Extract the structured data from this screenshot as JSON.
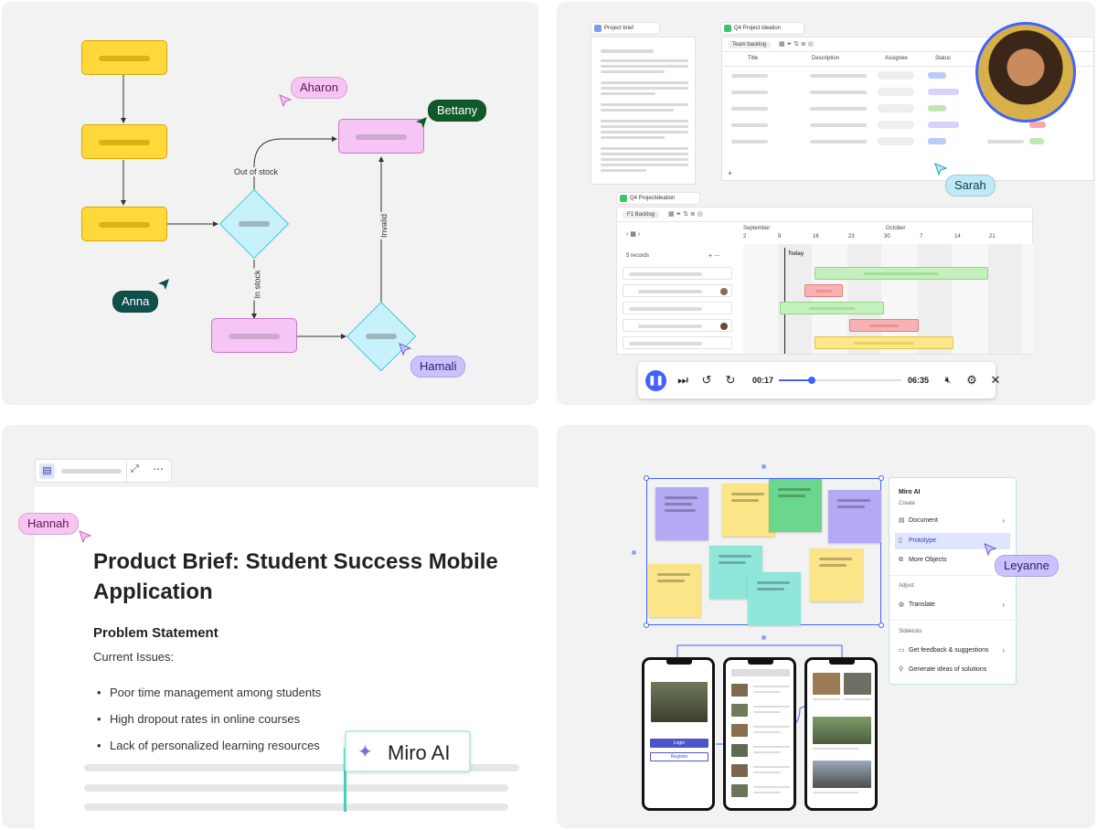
{
  "flowchart": {
    "edge_labels": {
      "out_of_stock": "Out of stock",
      "in_stock": "In stock",
      "invalid": "Invalid"
    },
    "cursors": [
      {
        "name": "Aharon",
        "bg": "#f7c4f3",
        "fg": "#5a1a55"
      },
      {
        "name": "Bettany",
        "bg": "#0f5a2a",
        "fg": "#ffffff"
      },
      {
        "name": "Anna",
        "bg": "#0f4f4c",
        "fg": "#ffffff"
      },
      {
        "name": "Hamali",
        "bg": "#c9c2ff",
        "fg": "#2a1f6a"
      }
    ]
  },
  "project": {
    "doc_tab": "Project brief",
    "table_tab": "Q4 Project ideation",
    "table_toolbar": "Team backlog",
    "columns": [
      "Title",
      "Description",
      "Assignee",
      "Status"
    ],
    "add_row": "+",
    "timeline_tab": "Q4 Projectideation",
    "timeline_toolbar": "F1 Backlog",
    "records": "5 records",
    "months": [
      "September",
      "October"
    ],
    "days": [
      "2",
      "9",
      "16",
      "23",
      "30",
      "7",
      "14",
      "21"
    ],
    "today": "Today",
    "cursor": {
      "name": "Sarah",
      "bg": "#bfeaf5",
      "fg": "#0f3a4a"
    },
    "player": {
      "current": "00:17",
      "total": "06:35",
      "progress": 0.27
    }
  },
  "brief": {
    "title": "Product Brief: Student Success Mobile Application",
    "heading": "Problem Statement",
    "subheading": "Current Issues:",
    "bullets": [
      "Poor time management among students",
      "High dropout rates in online courses",
      "Lack of personalized learning resources"
    ],
    "badge": "Miro AI",
    "cursor": {
      "name": "Hannah",
      "bg": "#f7c4f3",
      "fg": "#5a1a55"
    }
  },
  "ai": {
    "menu_title": "Miro AI",
    "sections": {
      "create": "Create",
      "adjust": "Adjust",
      "sidekicks": "Sidekicks"
    },
    "items": {
      "document": "Document",
      "prototype": "Prototype",
      "more_objects": "More Objects",
      "translate": "Translate",
      "feedback": "Get feedback & suggestions",
      "ideas": "Generate ideas of solutions"
    },
    "phone_buttons": {
      "login": "Login",
      "register": "Register"
    },
    "cursor": {
      "name": "Leyanne",
      "bg": "#c9c2ff",
      "fg": "#2a1f6a"
    }
  }
}
